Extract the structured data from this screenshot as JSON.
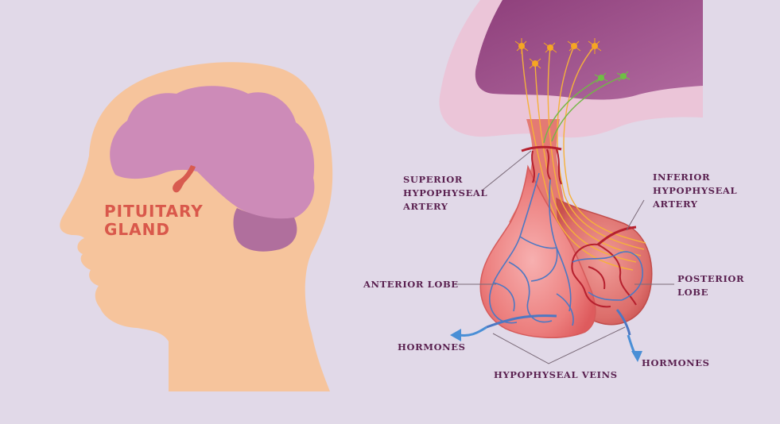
{
  "head": {
    "title_line1": "PITUITARY",
    "title_line2": "GLAND"
  },
  "labels": {
    "superior_line1": "SUPERIOR",
    "superior_line2": "HYPOPHYSEAL",
    "superior_line3": "ARTERY",
    "inferior_line1": "INFERIOR",
    "inferior_line2": "HYPOPHYSEAL",
    "inferior_line3": "ARTERY",
    "anterior_lobe": "ANTERIOR LOBE",
    "posterior_line1": "POSTERIOR",
    "posterior_line2": "LOBE",
    "hormones_left": "HORMONES",
    "hormones_right": "HORMONES",
    "veins": "HYPOPHYSEAL VEINS"
  },
  "colors": {
    "background": "#e1d9e8",
    "skin": "#f6c49c",
    "brain": "#cd8bb8",
    "cerebellum": "#b06f9d",
    "gland_text": "#d9584b",
    "label_text": "#5a2150",
    "hypothalamus": "#9a4d86",
    "gland_tissue": "#ea6b6b",
    "artery": "#b6202e",
    "vein": "#4d78c3",
    "nerve": "#f5b13b",
    "nerve_green": "#72b845"
  }
}
